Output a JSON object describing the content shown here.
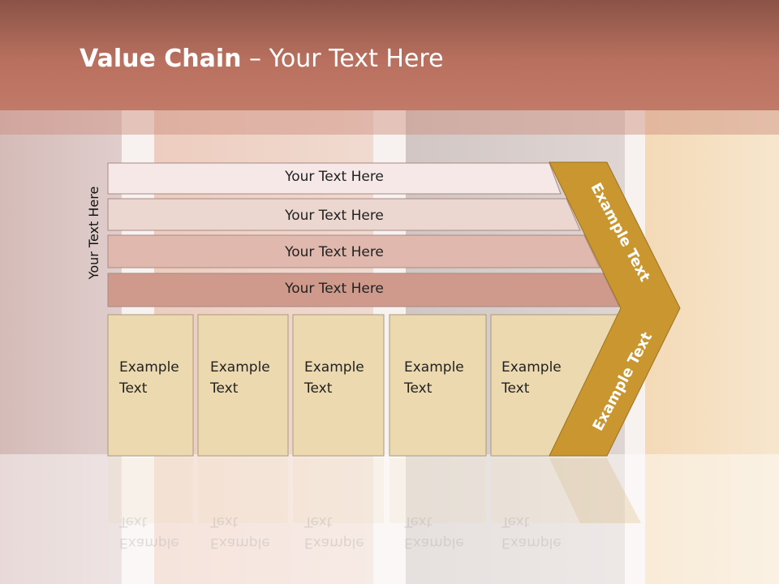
{
  "title": {
    "bold": "Value Chain",
    "rest": " – Your Text Here"
  },
  "side_label": "Your Text Here",
  "rows": [
    {
      "label": "Your Text Here"
    },
    {
      "label": "Your Text Here"
    },
    {
      "label": "Your Text Here"
    },
    {
      "label": "Your Text Here"
    }
  ],
  "cells": [
    {
      "line1": "Example",
      "line2": "Text"
    },
    {
      "line1": "Example",
      "line2": "Text"
    },
    {
      "line1": "Example",
      "line2": "Text"
    },
    {
      "line1": "Example",
      "line2": "Text"
    },
    {
      "line1": "Example",
      "line2": "Text"
    }
  ],
  "arrow": {
    "upper": "Example Text",
    "lower": "Example Text"
  },
  "colors": {
    "title_bar": "#b9705f",
    "row1": "#f5e8e6",
    "row2": "#ecd6d0",
    "row3": "#e0b8ae",
    "row4": "#cf9a8b",
    "cell": "#ecd9b0",
    "arrow": "#c9962f"
  }
}
